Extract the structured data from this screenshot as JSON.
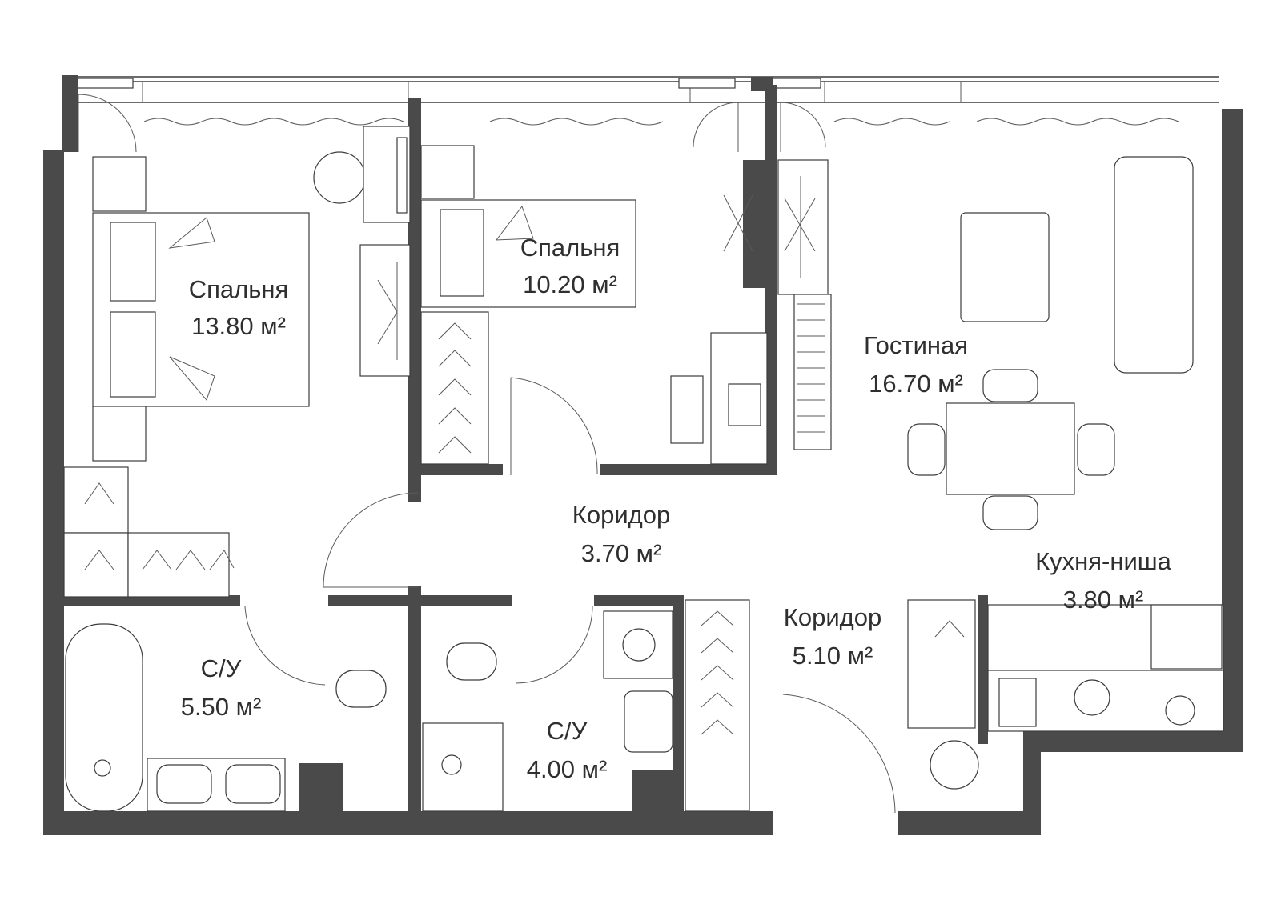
{
  "rooms": [
    {
      "id": "bedroom1",
      "name": "Спальня",
      "area": "13.80 м²"
    },
    {
      "id": "bedroom2",
      "name": "Спальня",
      "area": "10.20 м²"
    },
    {
      "id": "living",
      "name": "Гостиная",
      "area": "16.70 м²"
    },
    {
      "id": "corridor1",
      "name": "Коридор",
      "area": "3.70 м²"
    },
    {
      "id": "kitchen",
      "name": "Кухня-ниша",
      "area": "3.80 м²"
    },
    {
      "id": "corridor2",
      "name": "Коридор",
      "area": "5.10 м²"
    },
    {
      "id": "bath1",
      "name": "С/У",
      "area": "5.50 м²"
    },
    {
      "id": "bath2",
      "name": "С/У",
      "area": "4.00 м²"
    }
  ],
  "colors": {
    "wall": "#4a4a4a",
    "line": "#3c3c3c",
    "background": "#ffffff"
  }
}
